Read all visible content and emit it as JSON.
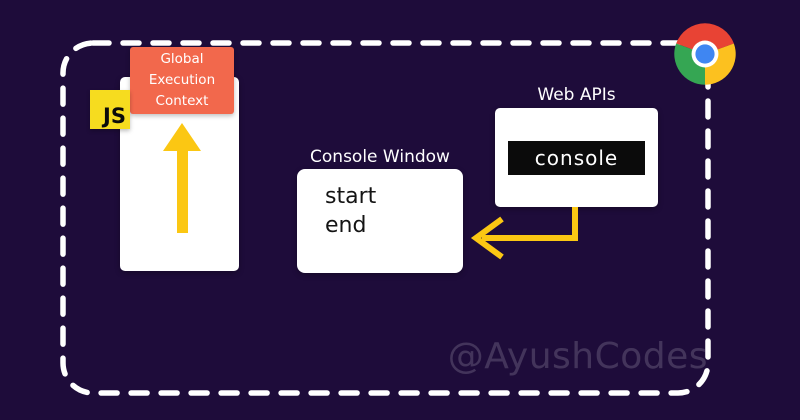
{
  "colors": {
    "background": "#1e0c3a",
    "border": "#ffffff",
    "context_orange": "#f2684c",
    "js_yellow": "#f6dc1f",
    "arrow_yellow": "#fbc713",
    "tag_black": "#0b0b0b",
    "watermark": "rgba(255,255,255,0.17)",
    "chrome_red": "#e84334",
    "chrome_yellow": "#fcc11f",
    "chrome_green": "#35a653",
    "chrome_blue": "#3f86f2",
    "chrome_white": "#ffffff"
  },
  "call_stack": {
    "context_label": [
      "Global",
      "Execution",
      "Context"
    ],
    "js_badge": "JS"
  },
  "console_window": {
    "title": "Console Window",
    "output_lines": [
      "start",
      "end"
    ]
  },
  "web_apis": {
    "title": "Web APIs",
    "api_label": "console"
  },
  "watermark": {
    "text": "@AyushCodes"
  }
}
